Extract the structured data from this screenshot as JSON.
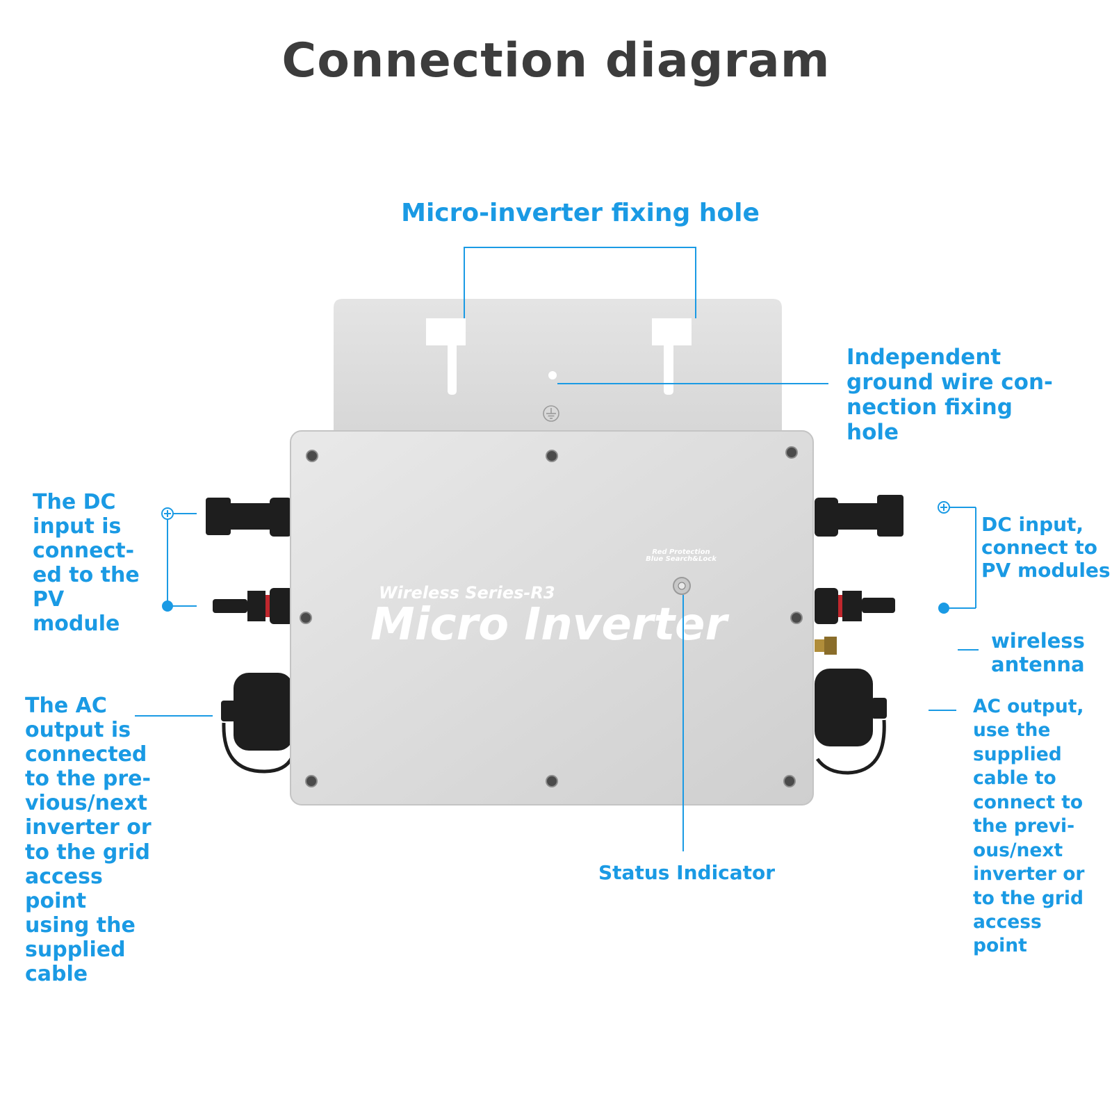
{
  "title": "Connection diagram",
  "colors": {
    "accent": "#1a9ae4",
    "title": "#3c3c3c",
    "panel": "#dcdcdc",
    "connector": "#1e1e1e"
  },
  "labels": {
    "fixing_hole": "Micro-inverter fixing hole",
    "ground_hole": [
      "Independent",
      "ground wire con-",
      "nection fixing",
      "hole"
    ],
    "dc_left": [
      "The DC",
      "input is",
      "connect-",
      "ed to the",
      "PV",
      "module"
    ],
    "dc_right": [
      "DC input,",
      "connect to",
      "PV modules"
    ],
    "antenna": [
      "wireless",
      "antenna"
    ],
    "ac_left": [
      "The AC",
      "output is",
      "connected",
      "to the pre-",
      "vious/next",
      "inverter or",
      "to the grid",
      "access",
      "point",
      "using the",
      "supplied",
      "cable"
    ],
    "ac_right": [
      "AC output,",
      "use the",
      "supplied",
      "cable to",
      "connect to",
      "the previ-",
      "ous/next",
      "inverter or",
      "to the grid",
      "access",
      "point"
    ],
    "status": "Status Indicator"
  },
  "device": {
    "series": "Wireless Series-R3",
    "name": "Micro Inverter",
    "indicator_line1": "Red Protection",
    "indicator_line2": "Blue Search&Lock"
  },
  "icons": [
    "ground-symbol-icon",
    "plus-terminal-icon",
    "minus-terminal-icon",
    "screw-icon"
  ]
}
